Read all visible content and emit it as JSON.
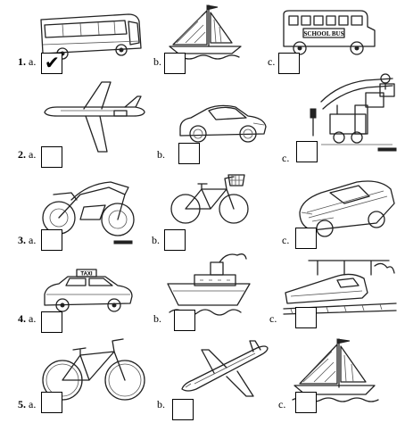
{
  "rows": [
    {
      "number": "1.",
      "options": [
        {
          "letter": "a.",
          "picture": "bus-icon",
          "checked": true,
          "check_glyph": "✔"
        },
        {
          "letter": "b.",
          "picture": "sailboat-icon",
          "checked": false
        },
        {
          "letter": "c.",
          "picture": "school-bus-icon",
          "checked": false,
          "sign_text": "SCHOOL BUS"
        }
      ]
    },
    {
      "number": "2.",
      "options": [
        {
          "letter": "a.",
          "picture": "jet-plane-icon",
          "checked": false
        },
        {
          "letter": "b.",
          "picture": "sports-car-icon",
          "checked": false
        },
        {
          "letter": "c.",
          "picture": "steam-train-icon",
          "checked": false
        }
      ]
    },
    {
      "number": "3.",
      "options": [
        {
          "letter": "a.",
          "picture": "motorcycle-icon",
          "checked": false
        },
        {
          "letter": "b.",
          "picture": "bicycle-with-basket-icon",
          "checked": false
        },
        {
          "letter": "c.",
          "picture": "race-car-icon",
          "checked": false
        }
      ]
    },
    {
      "number": "4.",
      "options": [
        {
          "letter": "a.",
          "picture": "taxi-icon",
          "checked": false,
          "sign_text": "TAXI"
        },
        {
          "letter": "b.",
          "picture": "ship-icon",
          "checked": false
        },
        {
          "letter": "c.",
          "picture": "bullet-train-icon",
          "checked": false
        }
      ]
    },
    {
      "number": "5.",
      "options": [
        {
          "letter": "a.",
          "picture": "bicycle-icon",
          "checked": false
        },
        {
          "letter": "b.",
          "picture": "airplane-icon",
          "checked": false
        },
        {
          "letter": "c.",
          "picture": "sailboat-icon",
          "checked": false
        }
      ]
    }
  ]
}
